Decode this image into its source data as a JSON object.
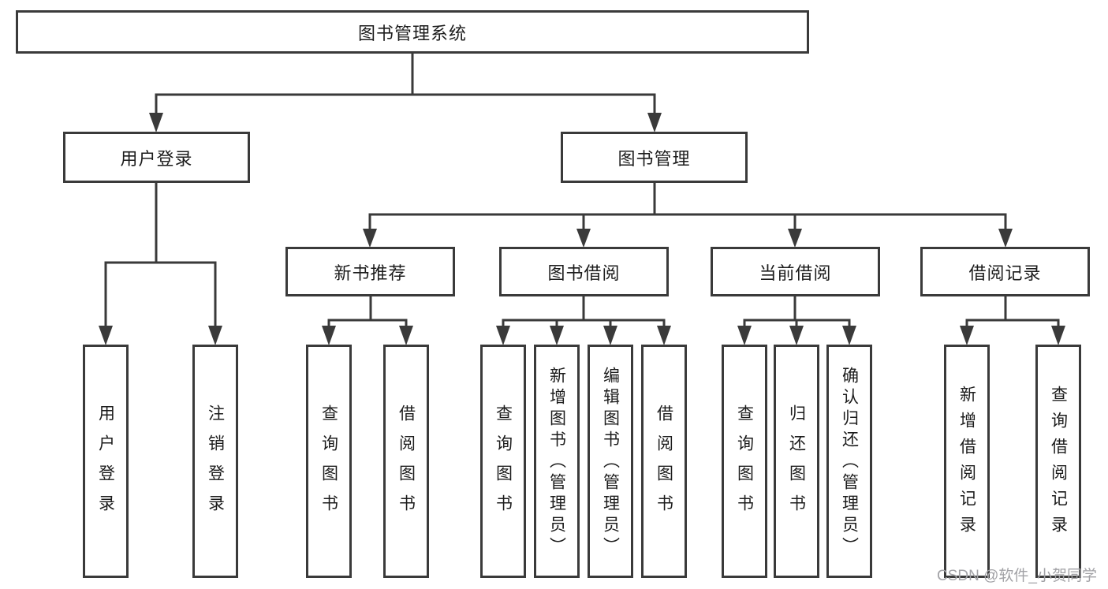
{
  "colors": {
    "line": "#3a3a3a",
    "text": "#1c1c1c",
    "box-bg": "#ffffff",
    "watermark": "#a2a2a6"
  },
  "watermark": "CSDN @软件_小贺同学",
  "tree": {
    "root": "图书管理系统",
    "branches": [
      {
        "label": "用户登录",
        "children": [
          "用户登录",
          "注销登录"
        ]
      },
      {
        "label": "图书管理",
        "children": [
          {
            "label": "新书推荐",
            "children": [
              "查询图书",
              "借阅图书"
            ]
          },
          {
            "label": "图书借阅",
            "children": [
              "查询图书",
              "新增图书（管理员）",
              "编辑图书（管理员）",
              "借阅图书"
            ]
          },
          {
            "label": "当前借阅",
            "children": [
              "查询图书",
              "归还图书",
              "确认归还（管理员）"
            ]
          },
          {
            "label": "借阅记录",
            "children": [
              "新增借阅记录",
              "查询借阅记录"
            ]
          }
        ]
      }
    ]
  }
}
